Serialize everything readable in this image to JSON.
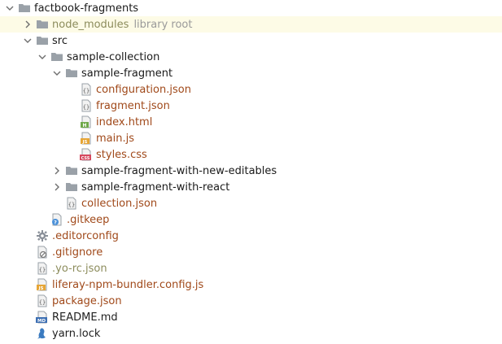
{
  "tree": {
    "root": {
      "label": "factbook-fragments"
    },
    "node_modules": {
      "label": "node_modules",
      "hint": "library root"
    },
    "src": {
      "label": "src"
    },
    "sample_collection": {
      "label": "sample-collection"
    },
    "sample_fragment": {
      "label": "sample-fragment"
    },
    "configuration": {
      "label": "configuration.json"
    },
    "fragment": {
      "label": "fragment.json"
    },
    "index": {
      "label": "index.html"
    },
    "main": {
      "label": "main.js"
    },
    "styles": {
      "label": "styles.css"
    },
    "editables": {
      "label": "sample-fragment-with-new-editables"
    },
    "react": {
      "label": "sample-fragment-with-react"
    },
    "collection": {
      "label": "collection.json"
    },
    "gitkeep": {
      "label": ".gitkeep"
    },
    "editorconfig": {
      "label": ".editorconfig"
    },
    "gitignore": {
      "label": ".gitignore"
    },
    "yorc": {
      "label": ".yo-rc.json"
    },
    "bundler": {
      "label": "liferay-npm-bundler.config.js"
    },
    "package": {
      "label": "package.json"
    },
    "readme": {
      "label": "README.md"
    },
    "yarn": {
      "label": "yarn.lock"
    }
  },
  "icons": {
    "folder": "folder-icon",
    "json": "json-file-icon",
    "html": "html-file-icon",
    "js": "js-file-icon",
    "css": "css-file-icon",
    "md": "markdown-file-icon",
    "gear": "gear-icon",
    "ignore": "gitignore-icon",
    "unknown": "unknown-file-icon",
    "yarn": "yarn-icon"
  },
  "colors": {
    "folder": "#9aa1a8",
    "file_label": "#a0491a",
    "dim_label": "#8c8c5c",
    "hint": "#9a9a9a",
    "highlight": "#fdfbe6",
    "html_badge": "#6fa84a",
    "js_badge": "#e6a536",
    "css_badge": "#d6495f",
    "md_badge": "#3d6fb3",
    "yarn": "#3b7bc0"
  }
}
